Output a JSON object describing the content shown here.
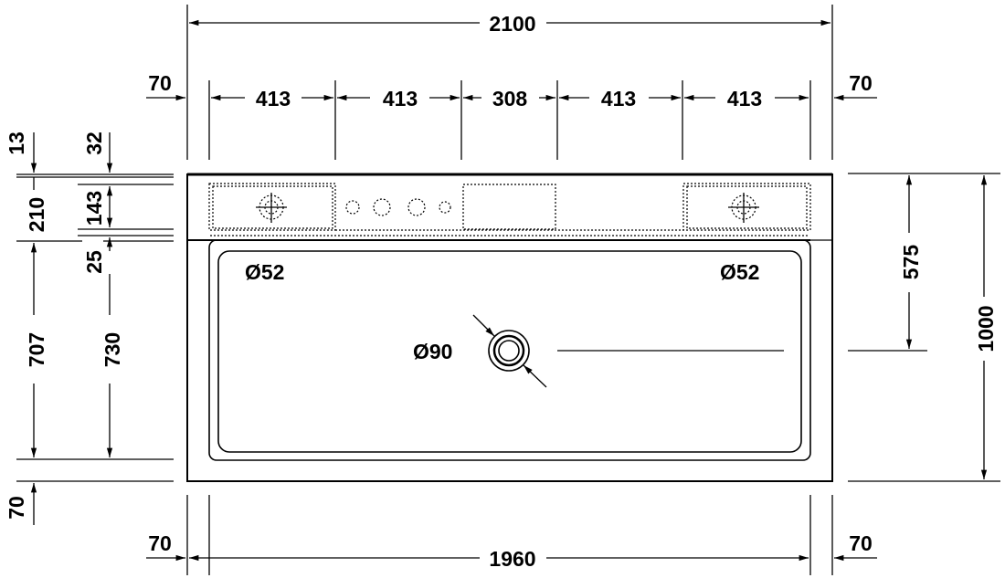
{
  "drawing": {
    "overall_width": "2100",
    "inner_width": "1960",
    "overall_depth": "1000",
    "drain_offset": "575",
    "left_margin_top": "70",
    "right_margin_top": "70",
    "left_margin_bottom": "70",
    "right_margin_bottom": "70",
    "segments": [
      "413",
      "413",
      "308",
      "413",
      "413"
    ],
    "left_dims": {
      "d13": "13",
      "d32": "32",
      "d210": "210",
      "d143": "143",
      "d25": "25",
      "d707": "707",
      "d730": "730",
      "d70": "70"
    },
    "hole_left": "Ø52",
    "hole_right": "Ø52",
    "drain": "Ø90"
  }
}
